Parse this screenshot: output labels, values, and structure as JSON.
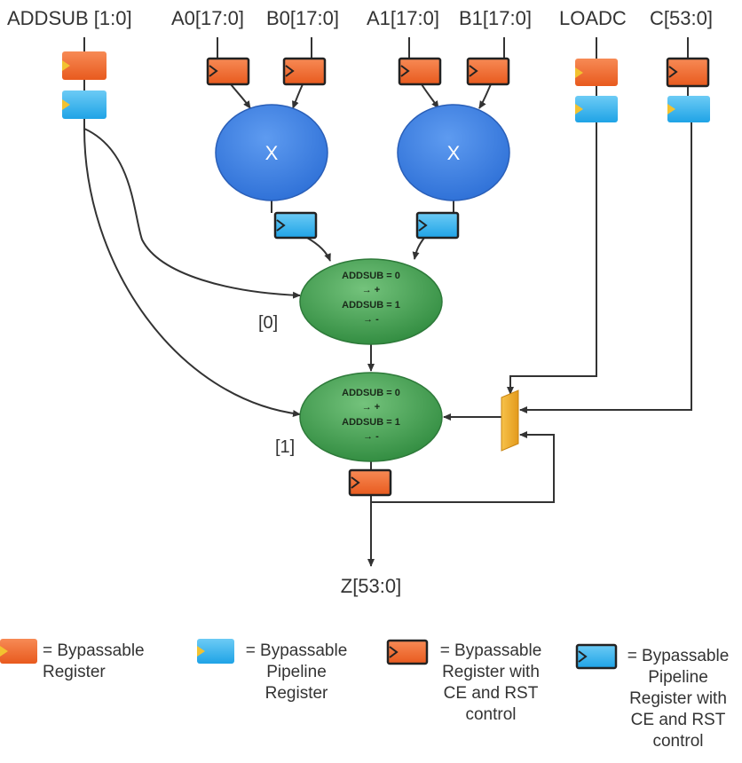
{
  "signals": {
    "addsub": "ADDSUB [1:0]",
    "a0": "A0[17:0]",
    "b0": "B0[17:0]",
    "a1": "A1[17:0]",
    "b1": "B1[17:0]",
    "loadc": "LOADC",
    "c": "C[53:0]",
    "z": "Z[53:0]"
  },
  "multipliers": {
    "op_symbol": "X"
  },
  "adders": {
    "line1": "ADDSUB = 0",
    "line2": "→ +",
    "line3": "ADDSUB = 1",
    "line4": "→ -",
    "index0": "[0]",
    "index1": "[1]"
  },
  "legend": {
    "bypassable_register": "= Bypassable\nRegister",
    "bypassable_pipeline_register": "= Bypassable\nPipeline\nRegister",
    "bypassable_register_ce_rst": "= Bypassable\nRegister with\nCE and RST\ncontrol",
    "bypassable_pipeline_register_ce_rst": "= Bypassable\nPipeline\nRegister with\nCE and RST\ncontrol"
  },
  "colors": {
    "register_orange": "#F26A2E",
    "pipeline_blue": "#3DB5EE",
    "multiplier_blue": "#3A7FE0",
    "adder_green": "#3E9E4E",
    "mux_yellow": "#F2B230",
    "wire": "#333333"
  }
}
